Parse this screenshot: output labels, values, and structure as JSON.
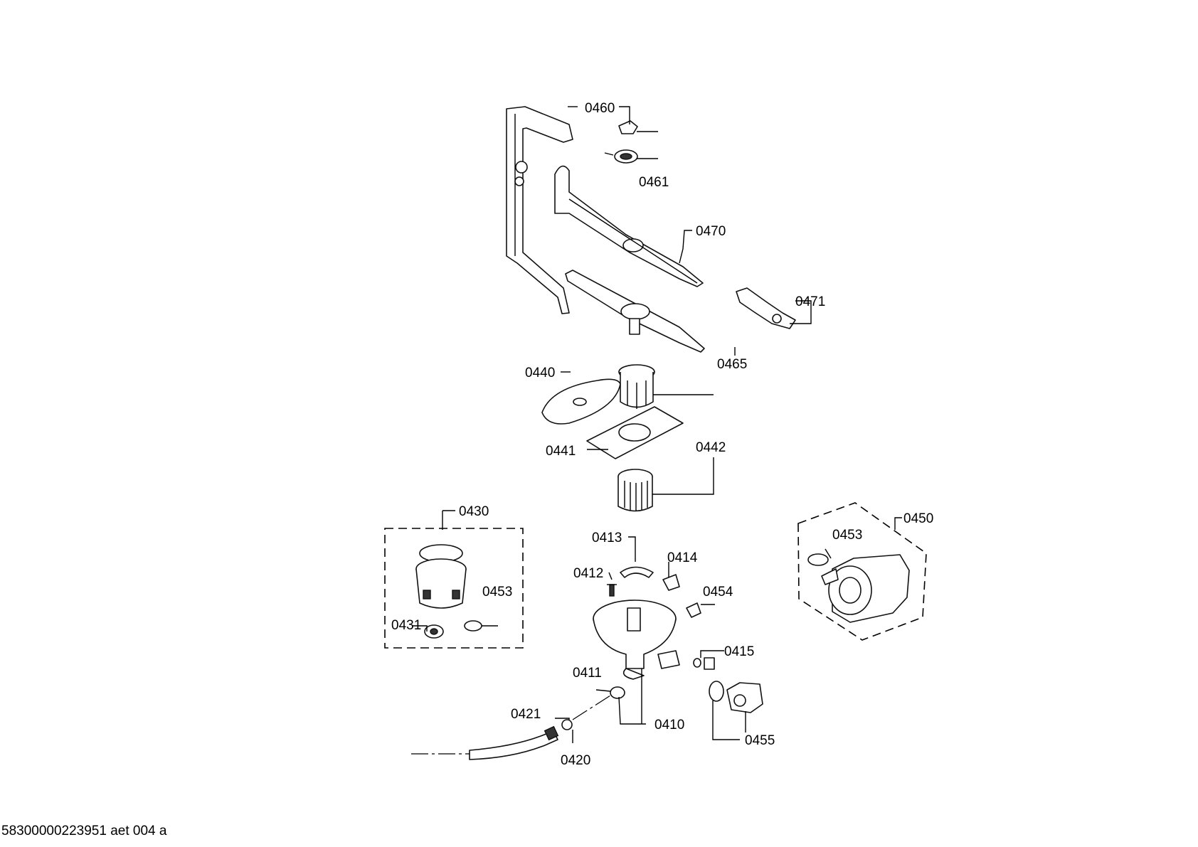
{
  "labels": {
    "p0460": "0460",
    "p0461": "0461",
    "p0470": "0470",
    "p0471": "0471",
    "p0465": "0465",
    "p0440": "0440",
    "p0441": "0441",
    "p0442": "0442",
    "p0430": "0430",
    "p0453a": "0453",
    "p0431": "0431",
    "p0413": "0413",
    "p0414": "0414",
    "p0412": "0412",
    "p0454": "0454",
    "p0415": "0415",
    "p0411": "0411",
    "p0410": "0410",
    "p0421": "0421",
    "p0420": "0420",
    "p0455": "0455",
    "p0450": "0450",
    "p0453b": "0453"
  },
  "footer": {
    "code": "58300000223951 aet 004 a"
  }
}
